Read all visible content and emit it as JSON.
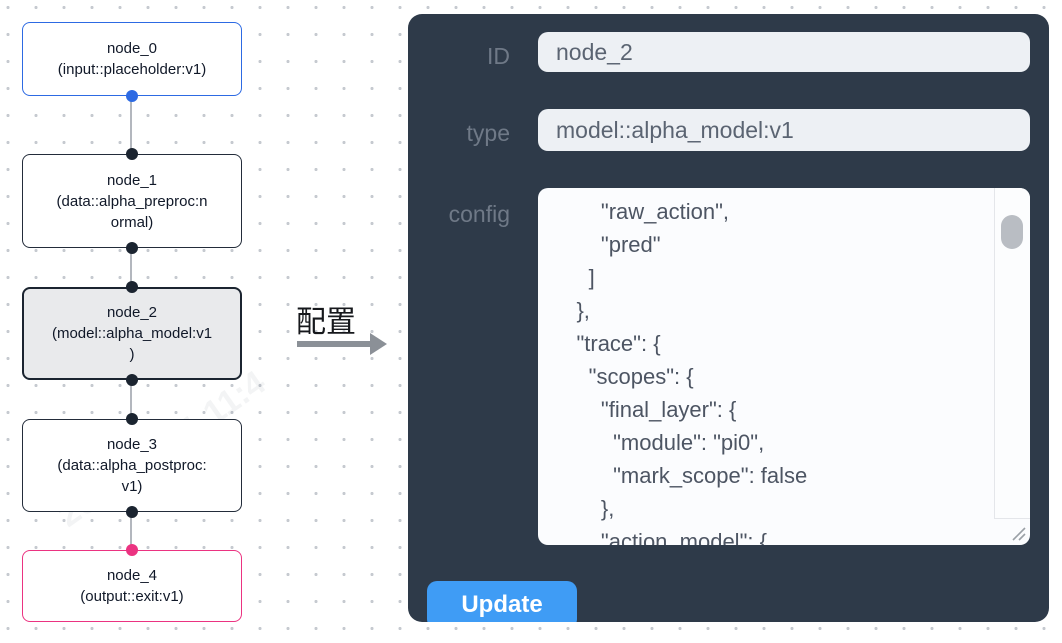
{
  "watermark": {
    "text": "2025/04/11 11:4"
  },
  "annotation": {
    "label": "配置"
  },
  "flowchart": {
    "nodes": [
      {
        "id": "node_0",
        "title": "node_0",
        "subtitle": "(input::placeholder:v1)",
        "border_color": "#2d6ae3",
        "handle_color": "#2d6ae3",
        "selected": false
      },
      {
        "id": "node_1",
        "title": "node_1",
        "subtitle": "(data::alpha_preproc:n\normal)",
        "border_color": "#232c3a",
        "handle_color": "#1b2430",
        "selected": false
      },
      {
        "id": "node_2",
        "title": "node_2",
        "subtitle": "(model::alpha_model:v1\n)",
        "border_color": "#1b2430",
        "handle_color": "#1b2430",
        "selected": true
      },
      {
        "id": "node_3",
        "title": "node_3",
        "subtitle": "(data::alpha_postproc:\nv1)",
        "border_color": "#232c3a",
        "handle_color": "#1b2430",
        "selected": false
      },
      {
        "id": "node_4",
        "title": "node_4",
        "subtitle": "(output::exit:v1)",
        "border_color": "#eb3381",
        "handle_color": "#eb3381",
        "selected": false
      }
    ]
  },
  "panel": {
    "id_label": "ID",
    "id_value": "node_2",
    "type_label": "type",
    "type_value": "model::alpha_model:v1",
    "config_label": "config",
    "config_value": "        \"raw_action\",\n        \"pred\"\n      ]\n    },\n    \"trace\": {\n      \"scopes\": {\n        \"final_layer\": {\n          \"module\": \"pi0\",\n          \"mark_scope\": false\n        },\n        \"action_model\": {",
    "update_label": "Update",
    "colors": {
      "panel_bg": "#2e3a49",
      "button_blue": "#3f9cf5",
      "input_bg": "#edf0f4",
      "selected_node_bg": "#e9eaec",
      "edge_gray": "#b3b7be"
    }
  }
}
